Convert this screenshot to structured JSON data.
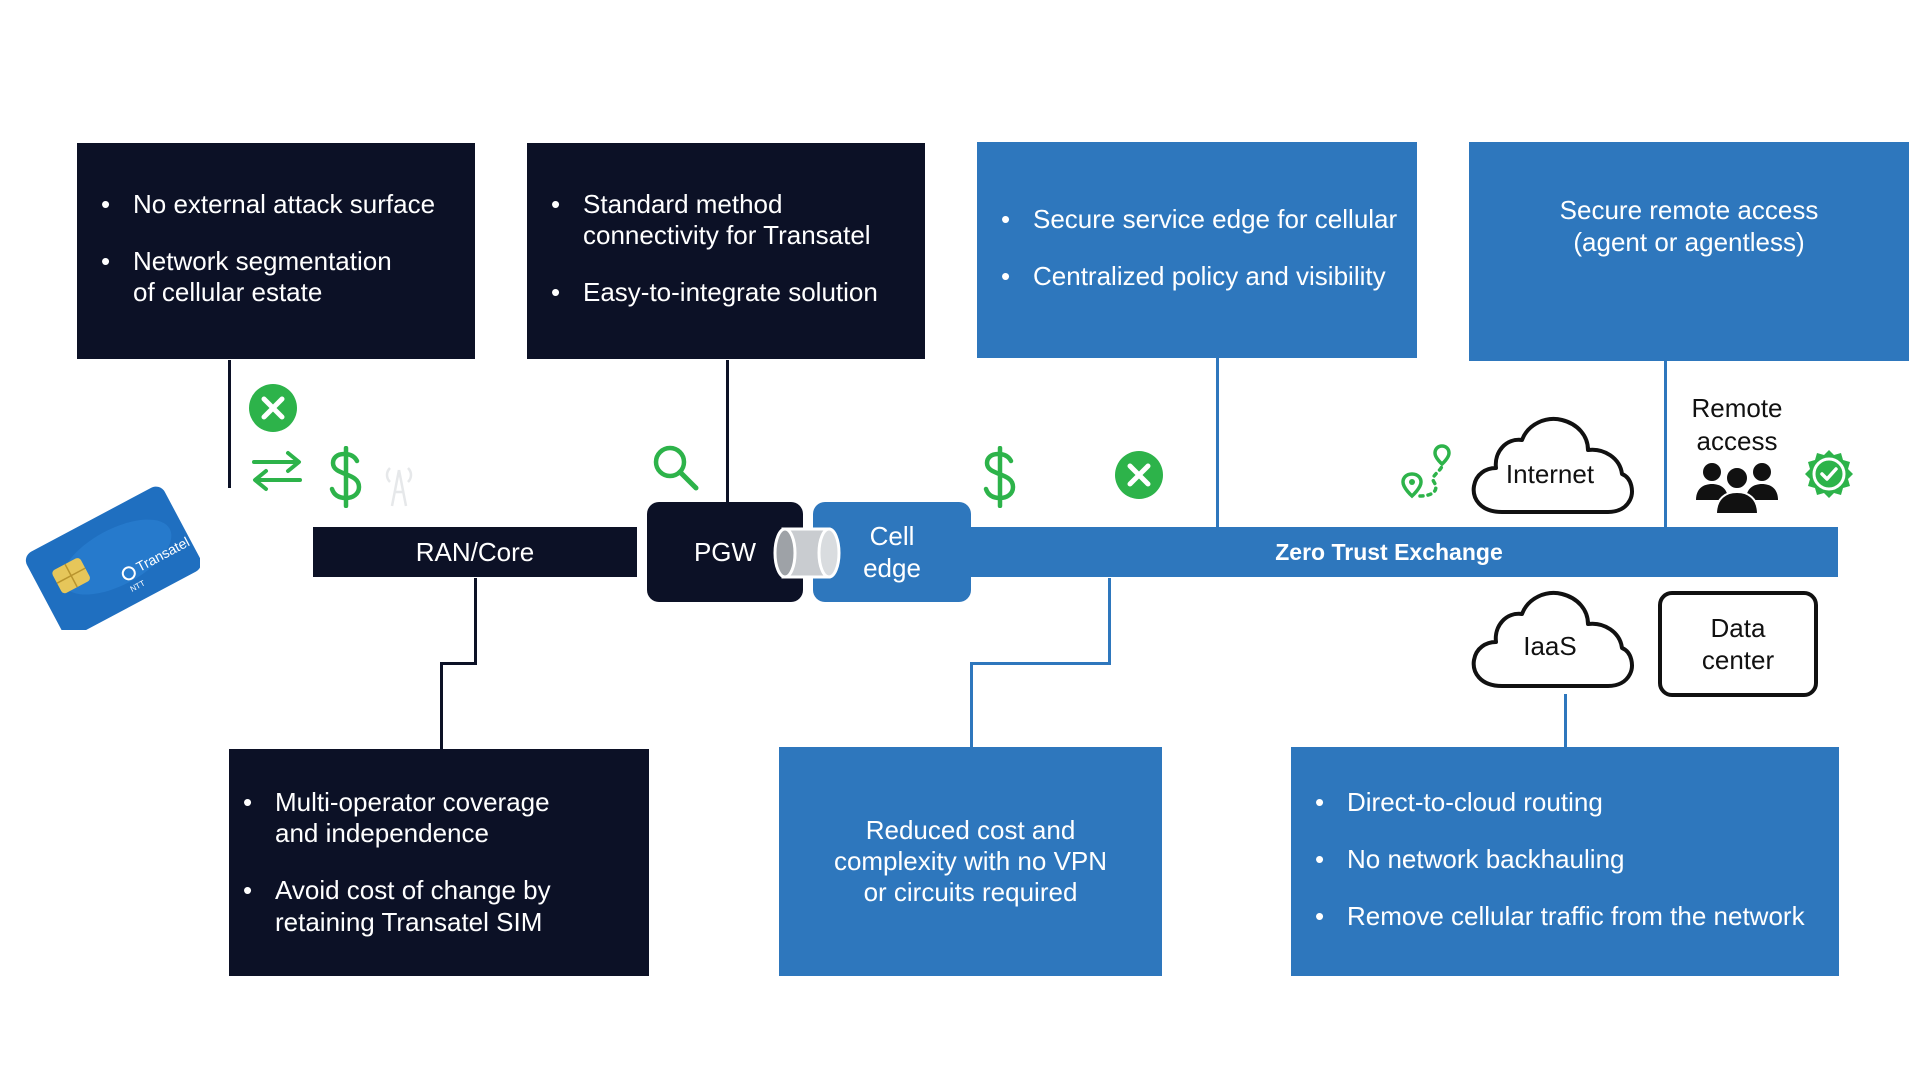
{
  "boxes": {
    "top1": [
      "No external attack surface",
      "Network segmentation of cellular estate"
    ],
    "top2": [
      "Standard method connectivity for Transatel",
      "Easy-to-integrate solution"
    ],
    "top3": [
      "Secure service edge for cellular",
      "Centralized policy and visibility"
    ],
    "top4": "Secure remote access (agent or agentless)",
    "bottom1": [
      "Multi-operator coverage and independence",
      "Avoid cost of change by retaining Transatel SIM"
    ],
    "bottom2": "Reduced cost and complexity with no VPN or circuits required",
    "bottom3": [
      "Direct-to-cloud routing",
      "No network backhauling",
      "Remove cellular traffic from the network"
    ]
  },
  "bars": {
    "ran": "RAN/Core",
    "pgw": "PGW",
    "cell_edge": "Cell edge",
    "zte": "Zero Trust Exchange"
  },
  "labels": {
    "internet": "Internet",
    "remote_access": "Remote access",
    "iaas": "IaaS",
    "data_center": "Data center",
    "sim_brand": "Transatel",
    "sim_sub": "NTT"
  },
  "colors": {
    "dark": "#0c1126",
    "blue": "#2e77bd",
    "green": "#2db34a"
  }
}
